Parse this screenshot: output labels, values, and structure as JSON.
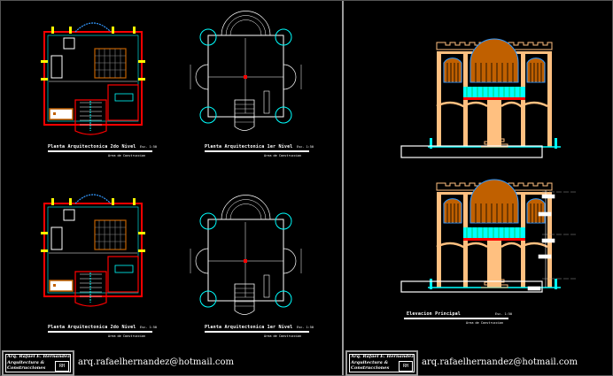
{
  "sheets": [
    {
      "plans": [
        {
          "title": "Planta Arquitectonica 2do Nivel",
          "scale": "Esc. 1:50",
          "note": "Area de Construccion"
        },
        {
          "title": "Planta Arquitectonica 1er Nivel",
          "scale": "Esc. 1:50",
          "note": "Area de Construccion"
        },
        {
          "title": "Planta Arquitectonica 2do Nivel",
          "scale": "Esc. 1:50",
          "note": "Area de Construccion"
        },
        {
          "title": "Planta Arquitectonica 1er Nivel",
          "scale": "Esc. 1:50",
          "note": "Area de Construccion"
        }
      ]
    },
    {
      "elevation": {
        "title": "Elevacion Principal",
        "scale": "Esc. 1:50",
        "note": "Area de Construccion"
      }
    }
  ],
  "title_block": {
    "line1": "Arq. Rafael E. Hernandez",
    "line2": "Arquitectura &",
    "line3": "Construcciones",
    "logo": "RH"
  },
  "email": "arq.rafaelhernandez@hotmail.com",
  "colors": {
    "wall": "#ff0000",
    "glass": "#00ffff",
    "stone": "#ffc080",
    "door": "#c06000",
    "accent": "#ffff00",
    "frame": "#9a9a9a"
  }
}
